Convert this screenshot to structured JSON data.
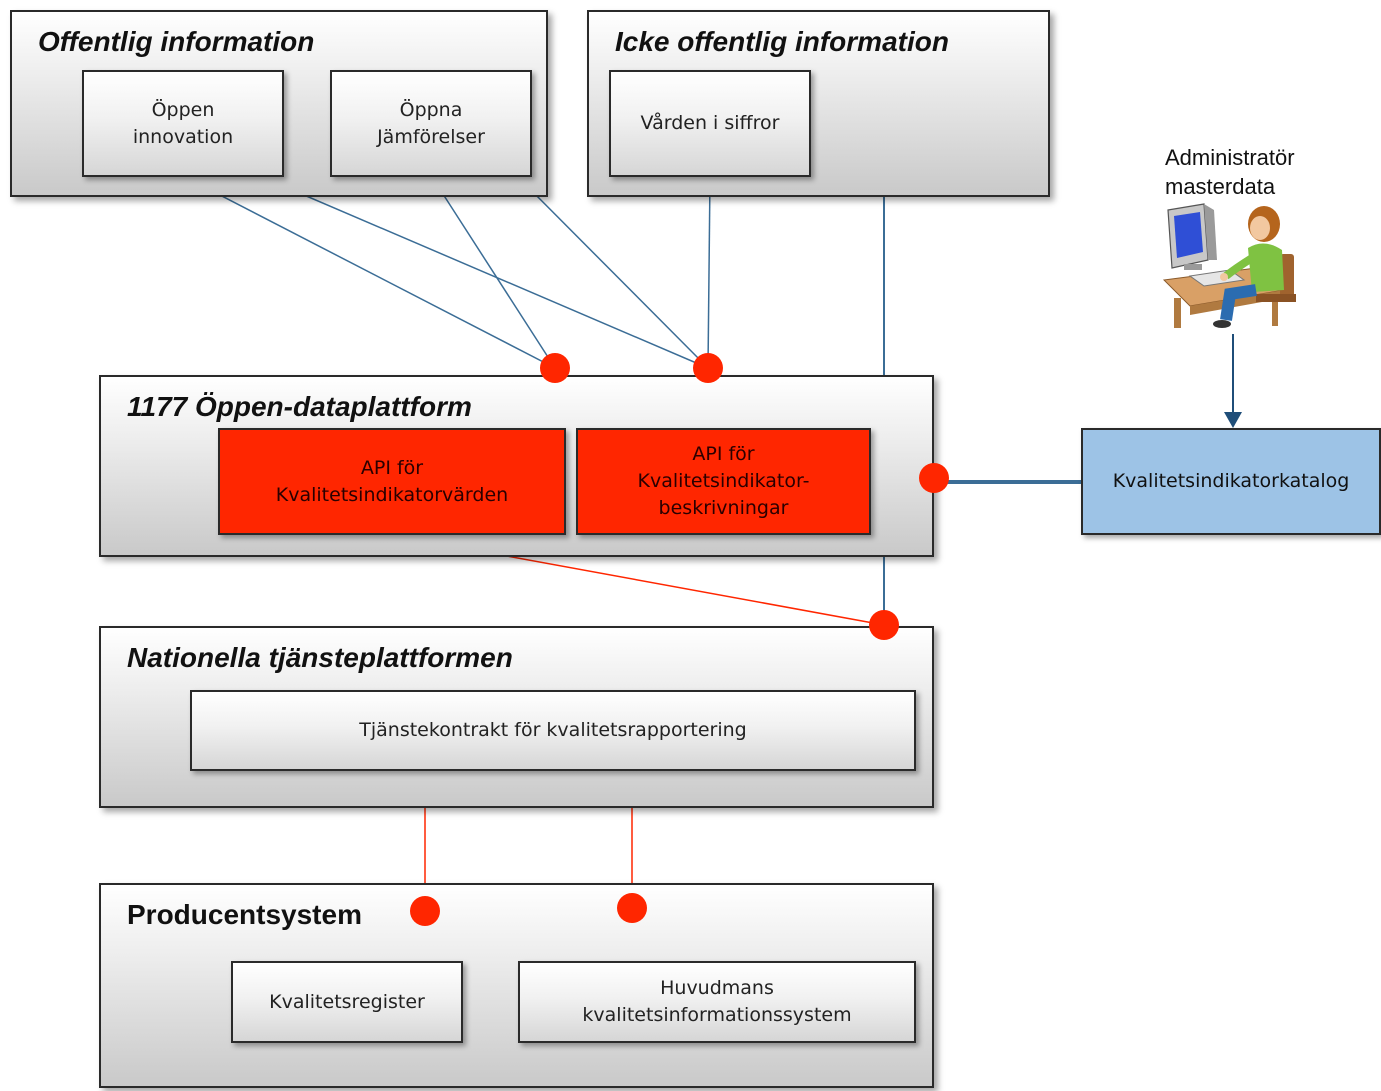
{
  "groups": {
    "offentlig": {
      "title": "Offentlig information"
    },
    "icke_offentlig": {
      "title": "Icke offentlig information"
    },
    "dataplattform": {
      "title": "1177 Öppen-dataplattform"
    },
    "tjansteplattform": {
      "title": "Nationella tjänsteplattformen"
    },
    "producent": {
      "title": "Producentsystem"
    }
  },
  "boxes": {
    "oppen_innovation": "Öppen\ninnovation",
    "oppna_jamforelser": "Öppna\nJämförelser",
    "varden_i_siffror": "Vården i siffror",
    "api_varden": "API för\nKvalitetsindikatorvärden",
    "api_beskrivningar": "API för\nKvalitetsindikator-\nbeskrivningar",
    "katalog": "Kvalitetsindikatorkatalog",
    "tjanstekontrakt": "Tjänstekontrakt för kvalitetsrapportering",
    "kvalitetsregister": "Kvalitetsregister",
    "huvudmans": "Huvudmans\nkvalitetsinformationssystem"
  },
  "admin": {
    "label": "Administratör\nmasterdata",
    "icon": "computer-user-clipart"
  },
  "colors": {
    "api_red": "#ff2600",
    "katalog_blue": "#9dc3e6",
    "consumer_line": "#3b6d96",
    "provider_line": "#ff2600",
    "admin_arrow": "#1f4e79"
  }
}
